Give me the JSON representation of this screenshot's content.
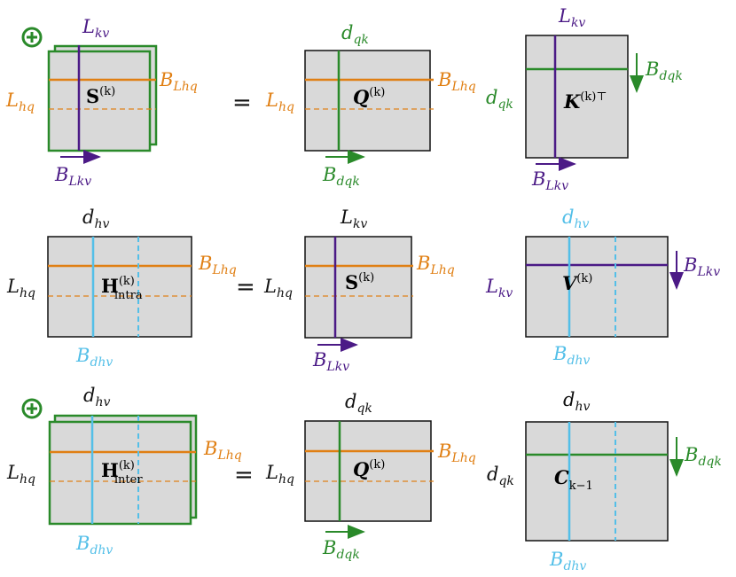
{
  "colors": {
    "orange": "#e07f13",
    "green": "#2a8a2a",
    "purple": "#4b1a86",
    "blue": "#53bfe8",
    "matrix_fill": "#d9d9d9",
    "black": "#111111"
  },
  "symbols": {
    "equals": "=",
    "plus_icon": "circle-plus",
    "arrow": "right-arrow / down-arrow"
  },
  "rows": [
    {
      "lhs": {
        "name": "S",
        "sup": "(k)",
        "stacked": true,
        "top": "L",
        "top_sub": "kv",
        "left": "L",
        "left_sub": "hq",
        "right": "B",
        "right_sub": "Lhq",
        "bottom": "B",
        "bottom_sub": "Lkv"
      },
      "mid": {
        "name": "Q",
        "sup": "(k)",
        "top": "d",
        "top_sub": "qk",
        "left": "L",
        "left_sub": "hq",
        "right": "B",
        "right_sub": "Lhq",
        "bottom": "B",
        "bottom_sub": "dqk"
      },
      "right": {
        "name": "K",
        "sup": "(k)⊤",
        "top": "L",
        "top_sub": "kv",
        "left": "d",
        "left_sub": "qk",
        "side": "B",
        "side_sub": "dqk",
        "bottom": "B",
        "bottom_sub": "Lkv"
      }
    },
    {
      "lhs": {
        "name": "H",
        "sup": "(k)",
        "subscript": "intra",
        "top": "d",
        "top_sub": "hv",
        "left": "L",
        "left_sub": "hq",
        "right": "B",
        "right_sub": "Lhq",
        "bottom": "B",
        "bottom_sub": "dhv"
      },
      "mid": {
        "name": "S",
        "sup": "(k)",
        "top": "L",
        "top_sub": "kv",
        "left": "L",
        "left_sub": "hq",
        "right": "B",
        "right_sub": "Lhq",
        "bottom": "B",
        "bottom_sub": "Lkv"
      },
      "right": {
        "name": "V",
        "sup": "(k)",
        "top": "d",
        "top_sub": "hv",
        "left": "L",
        "left_sub": "kv",
        "side": "B",
        "side_sub": "Lkv",
        "bottom": "B",
        "bottom_sub": "dhv"
      }
    },
    {
      "lhs": {
        "name": "H",
        "sup": "(k)",
        "subscript": "inter",
        "stacked": true,
        "top": "d",
        "top_sub": "hv",
        "left": "L",
        "left_sub": "hq",
        "right": "B",
        "right_sub": "Lhq",
        "bottom": "B",
        "bottom_sub": "dhv"
      },
      "mid": {
        "name": "Q",
        "sup": "(k)",
        "top": "d",
        "top_sub": "qk",
        "left": "L",
        "left_sub": "hq",
        "right": "B",
        "right_sub": "Lhq",
        "bottom": "B",
        "bottom_sub": "dqk"
      },
      "right": {
        "name": "C",
        "subscript": "k−1",
        "top": "d",
        "top_sub": "hv",
        "left": "d",
        "left_sub": "qk",
        "side": "B",
        "side_sub": "dqk",
        "bottom": "B",
        "bottom_sub": "dhv"
      }
    }
  ]
}
